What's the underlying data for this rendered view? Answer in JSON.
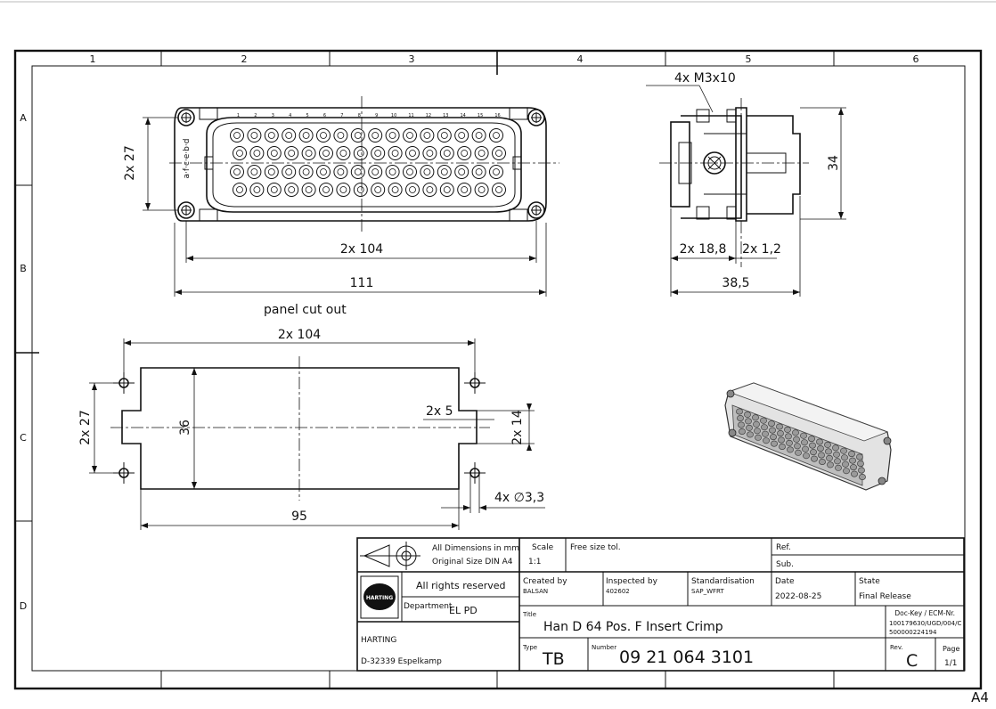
{
  "columns": [
    "1",
    "2",
    "3",
    "4",
    "5",
    "6"
  ],
  "rows": [
    "A",
    "B",
    "C",
    "D"
  ],
  "sheet_size": "A4",
  "front_view": {
    "height_label": "2x 27",
    "mount_label": "2x 104",
    "width_label": "111",
    "pin_numbers": [
      "1",
      "2",
      "3",
      "4",
      "5",
      "6",
      "7",
      "8",
      "9",
      "10",
      "11",
      "12",
      "13",
      "14",
      "15",
      "16"
    ],
    "side_mark": "a·f·c·e·b·d"
  },
  "side_view": {
    "screw_label": "4x M3x10",
    "height_label": "34",
    "depth_label": "2x 18,8",
    "flange_label": "2x 1,2",
    "total_label": "38,5"
  },
  "cutout": {
    "title": "panel cut out",
    "hole_spacing_label": "2x 104",
    "hole_height_label": "2x 27",
    "height_label": "36",
    "notch_width_label": "2x 5",
    "notch_height_label": "2x 14",
    "hole_dia_label": "4x ∅3,3",
    "width_label": "95"
  },
  "title_block": {
    "dims_line1": "All Dimensions in mm",
    "dims_line2": "Original Size DIN A4",
    "scale_label": "Scale",
    "scale_value": "1:1",
    "tolerance": "Free size tol.",
    "ref_label": "Ref.",
    "sub_label": "Sub.",
    "rights": "All rights reserved",
    "logo_text": "HARTING",
    "department_label": "Department",
    "department_value": "EL PD",
    "company": "HARTING",
    "address": "D-32339 Espelkamp",
    "created_label": "Created by",
    "created_value": "BALSAN",
    "inspected_label": "Inspected by",
    "inspected_value": "402602",
    "standard_label": "Standardisation",
    "standard_value": "SAP_WFRT",
    "date_label": "Date",
    "date_value": "2022-08-25",
    "state_label": "State",
    "state_value": "Final Release",
    "title_label": "Title",
    "title_value": "Han D 64 Pos. F Insert Crimp",
    "dockey_label": "Doc-Key / ECM-Nr.",
    "dockey_line1": "100179630/UGD/004/C",
    "dockey_line2": "500000224194",
    "type_label": "Type",
    "type_value": "TB",
    "number_label": "Number",
    "number_value": "09 21 064 3101",
    "rev_label": "Rev.",
    "rev_value": "C",
    "page_label": "Page",
    "page_value": "1/1"
  }
}
